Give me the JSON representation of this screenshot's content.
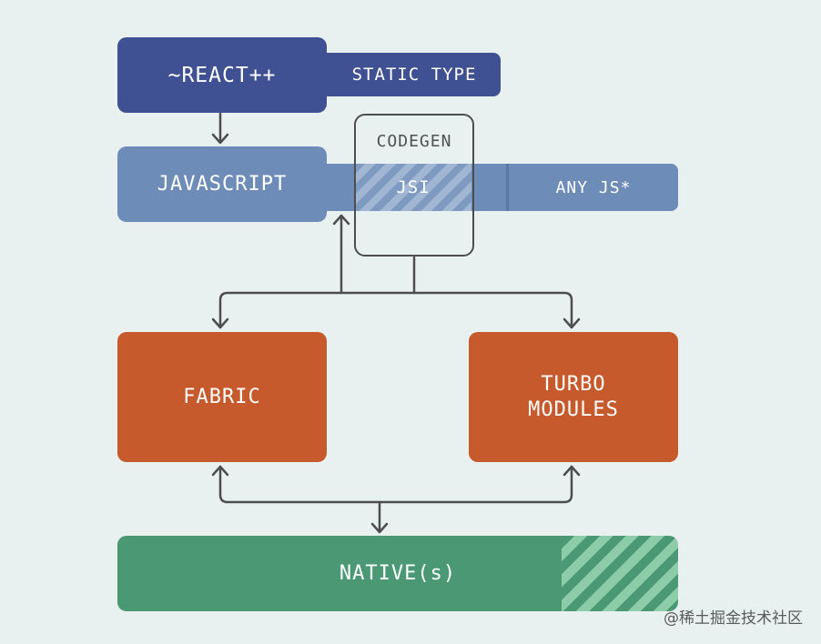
{
  "blocks": {
    "react": "~REACT++",
    "static_type": "STATIC TYPE",
    "javascript": "JAVASCRIPT",
    "codegen": "CODEGEN",
    "jsi": "JSI",
    "any_js": "ANY JS*",
    "fabric": "FABRIC",
    "turbo_modules": "TURBO\nMODULES",
    "native": "NATIVE(s)"
  },
  "watermark": "@稀土掘金技术社区",
  "colors": {
    "background": "#e9f1f0",
    "react_block": "#3f5192",
    "javascript_block": "#6d8db8",
    "codegen_border": "#4d4d4d",
    "fabric_turbo_block": "#c75a2c",
    "native_block": "#4a9874",
    "arrows": "#4d4d4d"
  }
}
